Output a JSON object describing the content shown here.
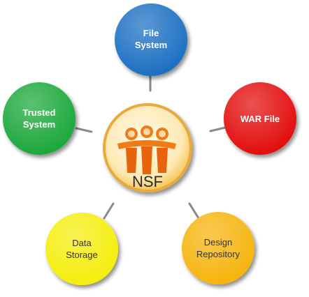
{
  "diagram": {
    "hub": {
      "label": "NSF",
      "logo_icon": "lotus-notes-people-icon",
      "ring_color": "#f0b43c",
      "logo_color": "#f07a14"
    },
    "nodes": [
      {
        "id": "file-system",
        "lines": [
          "File",
          "System"
        ],
        "color": "#1a6fc2",
        "text_color": "#ffffff"
      },
      {
        "id": "war-file",
        "lines": [
          "WAR File"
        ],
        "color": "#e30f0f",
        "text_color": "#ffffff"
      },
      {
        "id": "design-repository",
        "lines": [
          "Design",
          "Repository"
        ],
        "color": "#f6b40a",
        "text_color": "#333333"
      },
      {
        "id": "data-storage",
        "lines": [
          "Data",
          "Storage"
        ],
        "color": "#f5ee0c",
        "text_color": "#333333"
      },
      {
        "id": "trusted-system",
        "lines": [
          "Trusted",
          "System"
        ],
        "color": "#1aa83a",
        "text_color": "#ffffff"
      }
    ],
    "connector_color": "#8a8a8a"
  }
}
